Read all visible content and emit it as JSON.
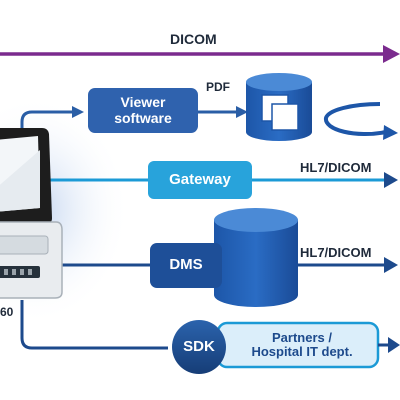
{
  "diagram": {
    "top_link": "DICOM",
    "viewer": {
      "label_line1": "Viewer",
      "label_line2": "software",
      "output": "PDF"
    },
    "gateway": {
      "label": "Gateway",
      "output": "HL7/DICOM"
    },
    "dms": {
      "label": "DMS",
      "output": "HL7/DICOM"
    },
    "sdk": {
      "label": "SDK",
      "partner_line1": "Partners /",
      "partner_line2": "Hospital IT dept."
    },
    "device_label_fragment": "60"
  },
  "colors": {
    "purple_arrow": "#7b2b8e",
    "cyan_link": "#1b9ad6",
    "navy_link": "#1d4a8c",
    "box_blue": "#2f62ae",
    "gateway_box": "#28a3db",
    "sdk_circle": "#1d4a8c",
    "partner_fill": "#dbeefa"
  }
}
